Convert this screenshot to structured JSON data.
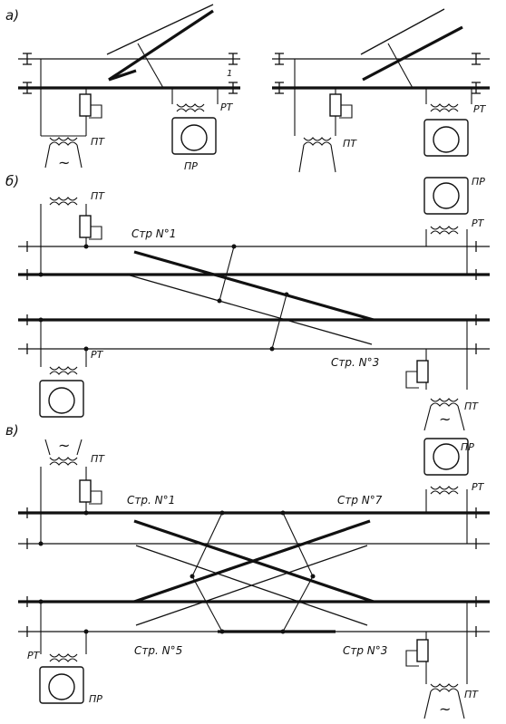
{
  "panels": {
    "a": {
      "label": "а)"
    },
    "b": {
      "label": "б)",
      "switch_top": "Стр  N°1",
      "switch_bottom": "Стр. N°3"
    },
    "c": {
      "label": "в)",
      "switch_tl": "Стр. N°1",
      "switch_tr": "Стр N°7",
      "switch_bl": "Стр. N°5",
      "switch_br": "Стр N°3"
    }
  },
  "device_labels": {
    "pt": "ПТ",
    "rt": "РТ",
    "pr": "ПР",
    "ac": "~",
    "gap": "1"
  },
  "colors": {
    "ink": "#111111",
    "background": "#ffffff"
  }
}
